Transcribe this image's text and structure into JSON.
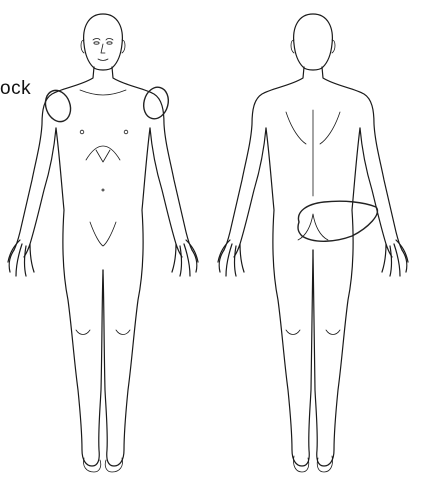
{
  "annotation": {
    "text": "ock"
  },
  "views": [
    {
      "name": "front",
      "marks": [
        "left-shoulder",
        "right-shoulder"
      ]
    },
    {
      "name": "back",
      "marks": [
        "buttocks"
      ]
    }
  ],
  "colors": {
    "line": "#1a1a1a",
    "background": "#ffffff"
  }
}
